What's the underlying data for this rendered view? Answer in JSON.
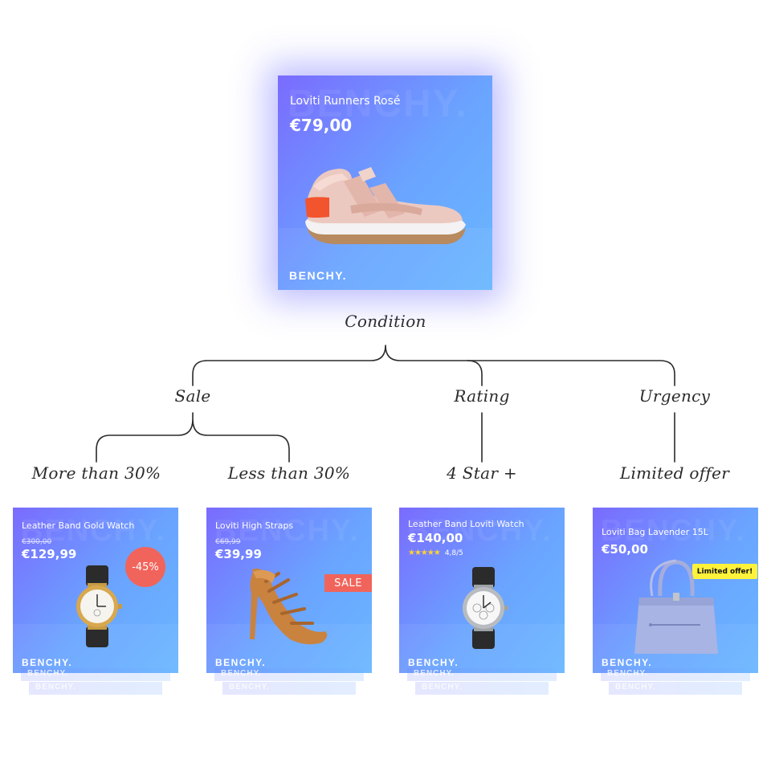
{
  "main_card": {
    "watermark": "BENCHY.",
    "title": "Loviti Runners Rosé",
    "price": "€79,00",
    "brand": "BENCHY.",
    "product_icon": "sneaker-icon"
  },
  "tree": {
    "root": "Condition",
    "branches": {
      "sale": "Sale",
      "rating": "Rating",
      "urgency": "Urgency"
    },
    "leaves": {
      "more_than": "More than 30%",
      "less_than": "Less than 30%",
      "four_star": "4 Star +",
      "limited": "Limited offer"
    }
  },
  "cards": [
    {
      "watermark": "BENCHY.",
      "title": "Leather Band Gold Watch",
      "old_price": "€300,00",
      "price": "€129,99",
      "badge": "-45%",
      "brand": "BENCHY.",
      "stack": [
        "BENCHY.",
        "BENCHY."
      ],
      "product_icon": "gold-watch-icon"
    },
    {
      "watermark": "BENCHY.",
      "title": "Loviti High Straps",
      "old_price": "€69,99",
      "price": "€39,99",
      "badge": "SALE",
      "brand": "BENCHY.",
      "stack": [
        "BENCHY.",
        "BENCHY."
      ],
      "product_icon": "high-heel-icon"
    },
    {
      "watermark": "BENCHY.",
      "title": "Leather Band Loviti Watch",
      "price": "€140,00",
      "stars": "★★★★★",
      "rating_text": "4,8/5",
      "brand": "BENCHY.",
      "stack": [
        "BENCHY.",
        "BENCHY."
      ],
      "product_icon": "silver-watch-icon"
    },
    {
      "watermark": "BENCHY.",
      "title": "Loviti Bag Lavender 15L",
      "price": "€50,00",
      "badge": "Limited offer!",
      "brand": "BENCHY.",
      "stack": [
        "BENCHY.",
        "BENCHY."
      ],
      "product_icon": "handbag-icon"
    }
  ],
  "colors": {
    "card_gradient_start": "#7a6bff",
    "card_gradient_end": "#6ab7ff",
    "badge_red": "#f1645b",
    "badge_yellow": "#fff23a",
    "star_yellow": "#ffd233",
    "connector": "#2a2a2a"
  }
}
